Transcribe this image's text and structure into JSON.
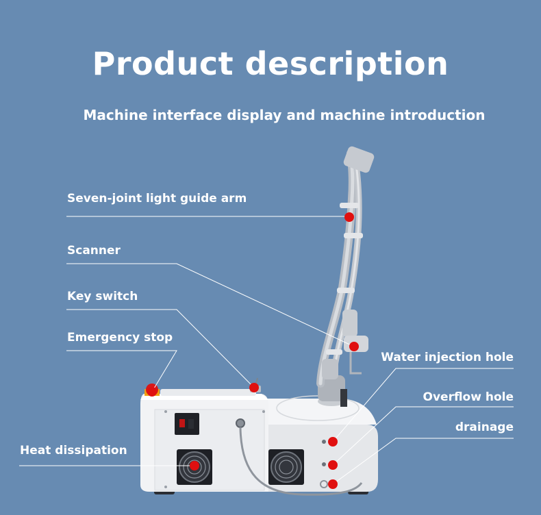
{
  "page": {
    "title": "Product description",
    "subtitle": "Machine interface display and machine introduction"
  },
  "callouts": [
    {
      "id": "arm",
      "label": "Seven-joint light guide arm"
    },
    {
      "id": "scanner",
      "label": "Scanner"
    },
    {
      "id": "key",
      "label": "Key switch"
    },
    {
      "id": "estop",
      "label": "Emergency stop"
    },
    {
      "id": "heat",
      "label": "Heat dissipation"
    },
    {
      "id": "water",
      "label": "Water injection hole"
    },
    {
      "id": "overflow",
      "label": "Overflow hole"
    },
    {
      "id": "drain",
      "label": "drainage"
    }
  ],
  "colors": {
    "background": "#678bb2",
    "marker": "#e01010",
    "line": "#ffffff",
    "machine_body": "#f2f3f5"
  }
}
